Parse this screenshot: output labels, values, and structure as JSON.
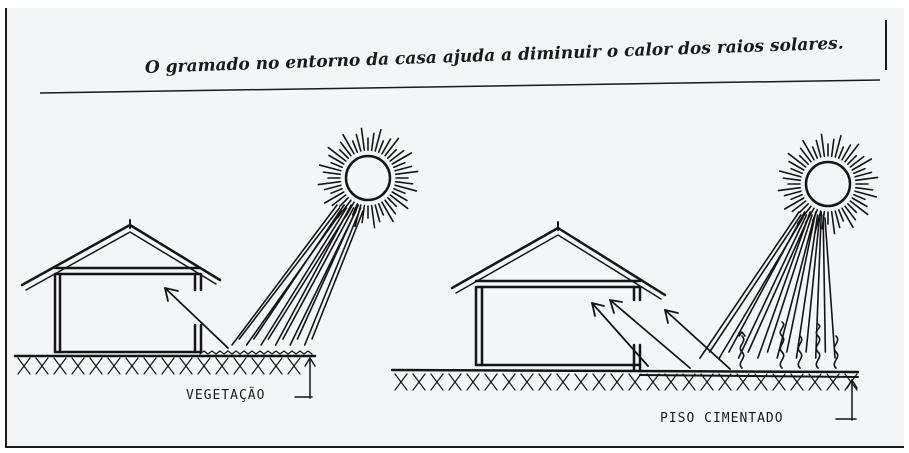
{
  "caption": "O gramado no entorno da casa ajuda a diminuir o calor dos raios solares.",
  "labels": {
    "left": "VEGETAÇÃO",
    "right": "PISO CIMENTADO"
  },
  "colors": {
    "paper": "#f4f5f7",
    "ink": "#151515"
  }
}
